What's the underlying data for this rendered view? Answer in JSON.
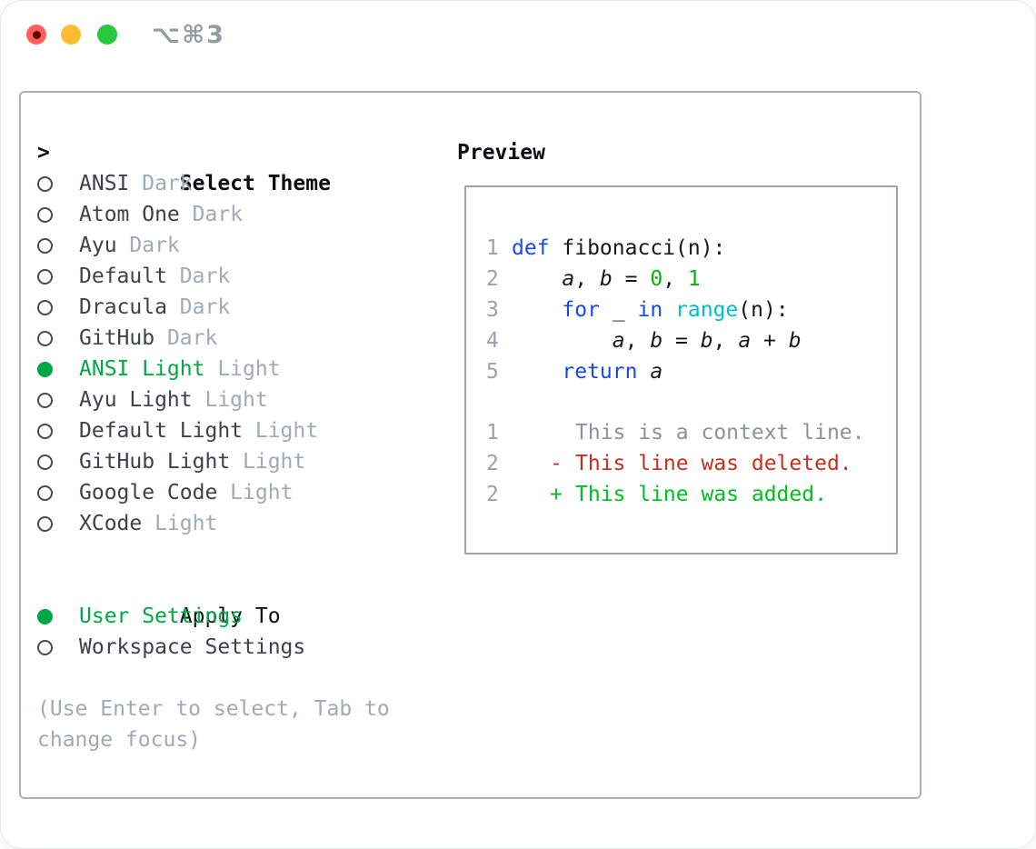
{
  "titlebar": {
    "shortcut": "⌥⌘3",
    "buttons": [
      "close",
      "minimize",
      "zoom"
    ]
  },
  "theme_list": {
    "prompt": ">",
    "title": "Select Theme",
    "items": [
      {
        "name": "ANSI",
        "variant": "Dark",
        "selected": false
      },
      {
        "name": "Atom One",
        "variant": "Dark",
        "selected": false
      },
      {
        "name": "Ayu",
        "variant": "Dark",
        "selected": false
      },
      {
        "name": "Default",
        "variant": "Dark",
        "selected": false
      },
      {
        "name": "Dracula",
        "variant": "Dark",
        "selected": false
      },
      {
        "name": "GitHub",
        "variant": "Dark",
        "selected": false
      },
      {
        "name": "ANSI Light",
        "variant": "Light",
        "selected": true
      },
      {
        "name": "Ayu Light",
        "variant": "Light",
        "selected": false
      },
      {
        "name": "Default Light",
        "variant": "Light",
        "selected": false
      },
      {
        "name": "GitHub Light",
        "variant": "Light",
        "selected": false
      },
      {
        "name": "Google Code",
        "variant": "Light",
        "selected": false
      },
      {
        "name": "XCode",
        "variant": "Light",
        "selected": false
      }
    ]
  },
  "apply_to": {
    "title": "Apply To",
    "options": [
      {
        "label": "User Settings",
        "selected": true
      },
      {
        "label": "Workspace Settings",
        "selected": false
      }
    ]
  },
  "help_text": "(Use Enter to select, Tab to change focus)",
  "preview": {
    "title": "Preview",
    "code_lines": [
      {
        "num": "1",
        "tokens": [
          {
            "t": "def",
            "c": "keyword"
          },
          {
            "t": " fibonacci(n):",
            "c": "plain"
          }
        ]
      },
      {
        "num": "2",
        "tokens": [
          {
            "t": "    ",
            "c": "plain"
          },
          {
            "t": "a",
            "c": "var"
          },
          {
            "t": ", ",
            "c": "plain"
          },
          {
            "t": "b",
            "c": "var"
          },
          {
            "t": " = ",
            "c": "plain"
          },
          {
            "t": "0",
            "c": "number"
          },
          {
            "t": ", ",
            "c": "plain"
          },
          {
            "t": "1",
            "c": "number"
          }
        ]
      },
      {
        "num": "3",
        "tokens": [
          {
            "t": "    ",
            "c": "plain"
          },
          {
            "t": "for",
            "c": "keyword"
          },
          {
            "t": " _ ",
            "c": "plain"
          },
          {
            "t": "in",
            "c": "keyword"
          },
          {
            "t": " ",
            "c": "plain"
          },
          {
            "t": "range",
            "c": "builtin"
          },
          {
            "t": "(n):",
            "c": "plain"
          }
        ]
      },
      {
        "num": "4",
        "tokens": [
          {
            "t": "        ",
            "c": "plain"
          },
          {
            "t": "a",
            "c": "var"
          },
          {
            "t": ", ",
            "c": "plain"
          },
          {
            "t": "b",
            "c": "var"
          },
          {
            "t": " = ",
            "c": "plain"
          },
          {
            "t": "b",
            "c": "var"
          },
          {
            "t": ", ",
            "c": "plain"
          },
          {
            "t": "a",
            "c": "var"
          },
          {
            "t": " + ",
            "c": "plain"
          },
          {
            "t": "b",
            "c": "var"
          }
        ]
      },
      {
        "num": "5",
        "tokens": [
          {
            "t": "    ",
            "c": "plain"
          },
          {
            "t": "return",
            "c": "keyword"
          },
          {
            "t": " ",
            "c": "plain"
          },
          {
            "t": "a",
            "c": "var"
          }
        ]
      }
    ],
    "diff_lines": [
      {
        "num": "1",
        "marker": "",
        "text": "This is a context line.",
        "type": "context"
      },
      {
        "num": "2",
        "marker": "-",
        "text": "This line was deleted.",
        "type": "deleted"
      },
      {
        "num": "2",
        "marker": "+",
        "text": "This line was added.",
        "type": "added"
      }
    ]
  },
  "colors": {
    "accent_green": "#00a843",
    "keyword_blue": "#1c48e3",
    "number_green": "#00b50c",
    "builtin_cyan": "#00bcc8",
    "diff_deleted_red": "#c5311c",
    "diff_added_green": "#00bf1f",
    "muted_gray": "#9fa9b8",
    "traffic_red": "#ff5f57",
    "traffic_yellow": "#febc2e",
    "traffic_green": "#28c840"
  }
}
